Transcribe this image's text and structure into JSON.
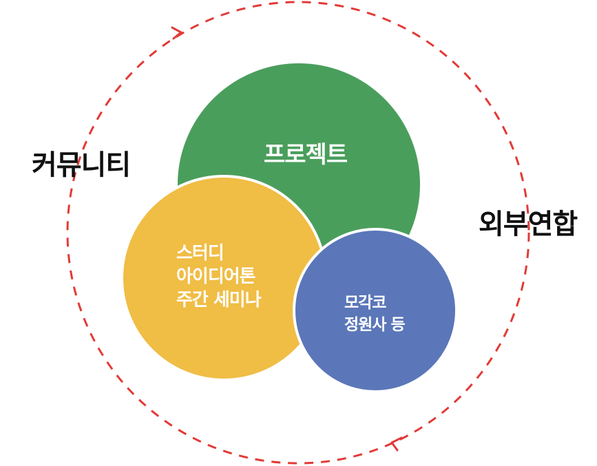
{
  "diagram": {
    "outer_cycle": {
      "color": "#e23a36",
      "style": "dashed",
      "arrows": [
        "clockwise"
      ]
    },
    "outer_labels": {
      "left": "커뮤니티",
      "right": "외부연합"
    },
    "circles": {
      "project": {
        "label": "프로젝트",
        "color": "#4a9e5c"
      },
      "study": {
        "lines": [
          "스터디",
          "아이디어톤",
          "주간 세미나"
        ],
        "color": "#f0bd45"
      },
      "mogako": {
        "lines": [
          "모각코",
          "정원사 등"
        ],
        "color": "#5b77b9"
      }
    }
  }
}
